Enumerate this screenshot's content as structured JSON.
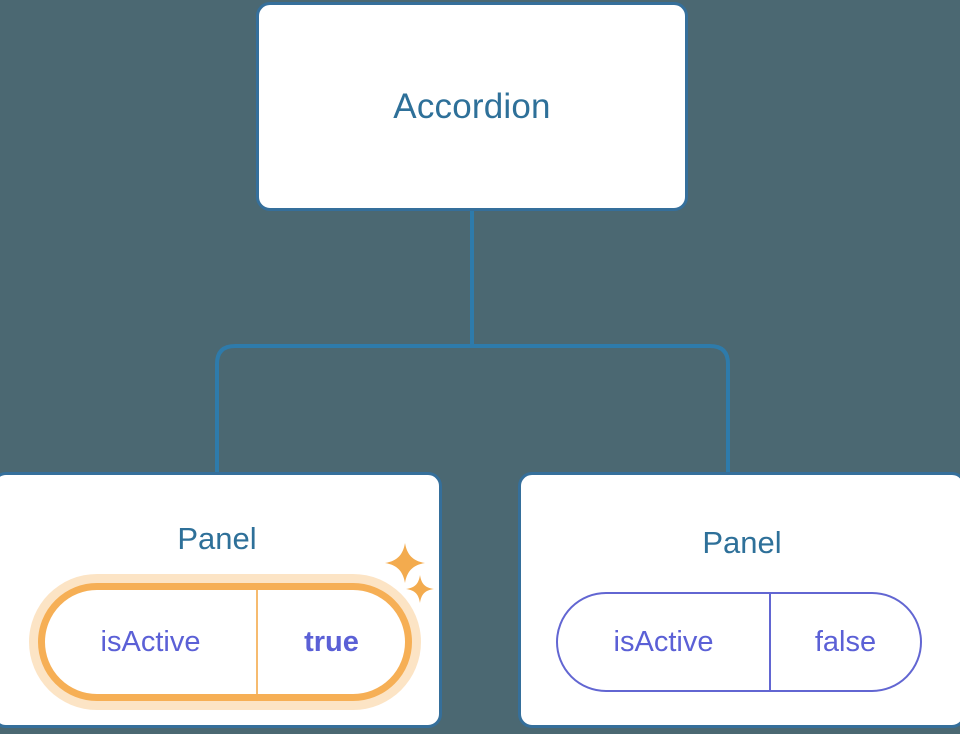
{
  "diagram": {
    "type": "component-tree",
    "background_color": "#4b6872",
    "node_border_color": "#356f9b",
    "node_text_color": "#2e7099",
    "prop_text_color": "#5b60d6",
    "highlight_color": "#f6af55",
    "highlight_glow_color": "#fbd9a0",
    "root": {
      "label": "Accordion"
    },
    "children": [
      {
        "label": "Panel",
        "highlighted": true,
        "prop": {
          "key": "isActive",
          "value": "true",
          "value_bold": true
        },
        "decorations": [
          {
            "name": "sparkle-large"
          },
          {
            "name": "sparkle-small"
          }
        ]
      },
      {
        "label": "Panel",
        "highlighted": false,
        "prop": {
          "key": "isActive",
          "value": "false",
          "value_bold": false
        },
        "decorations": []
      }
    ]
  }
}
